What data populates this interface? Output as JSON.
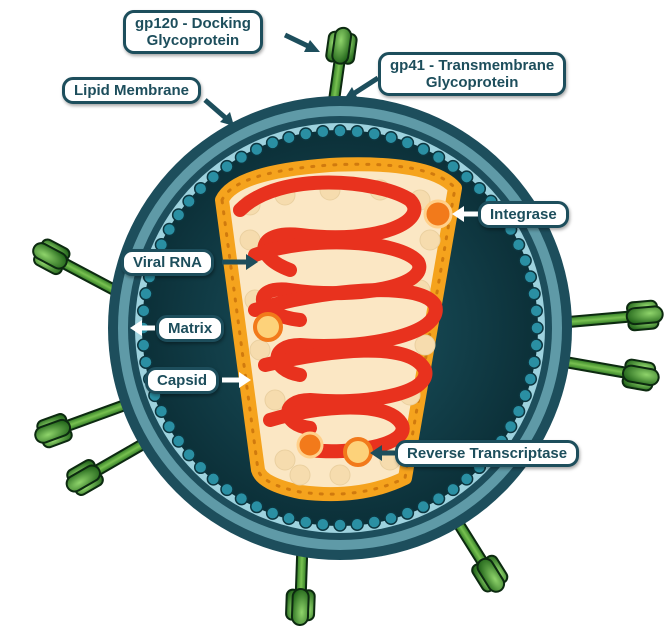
{
  "labels": {
    "gp120_line1": "gp120 - Docking",
    "gp120_line2": "Glycoprotein",
    "gp41_line1": "gp41 - Transmembrane",
    "gp41_line2": "Glycoprotein",
    "lipid_membrane": "Lipid Membrane",
    "integrase": "Integrase",
    "viral_rna": "Viral RNA",
    "matrix": "Matrix",
    "capsid": "Capsid",
    "reverse_transcriptase": "Reverse Transcriptase"
  },
  "colors": {
    "membrane_outer": "#1d4e5c",
    "membrane_light": "#5f9aa7",
    "matrix_dots": "#2a8fa3",
    "core_interior": "#0f3a44",
    "capsid_orange": "#f5a31d",
    "capsid_fill": "#fbe7c4",
    "rna_red": "#e8321e",
    "glycoprotein_green": "#3e8c2c",
    "stalk_green": "#5aa83d"
  }
}
